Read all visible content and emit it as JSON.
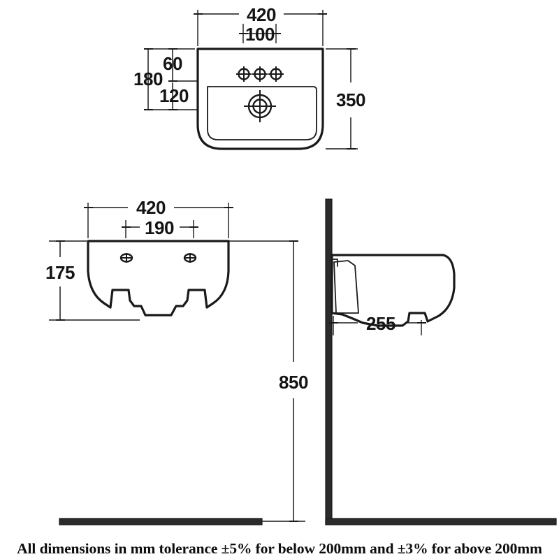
{
  "document": {
    "type": "technical-drawing",
    "subject": "wall-hung wash basin",
    "units": "mm",
    "caption": "All dimensions in mm tolerance ±5% for below 200mm and ±3% for above 200mm",
    "line_color": "#1a1a1a",
    "fill_color": "#2b2b2b",
    "background": "#ffffff"
  },
  "views": {
    "top": {
      "name": "Top view (plan)",
      "dimensions": {
        "width_overall": "420",
        "tap_hole_spacing": "100",
        "depth_overall": "350",
        "rim_front_offset": "60",
        "rim_to_bowl": "180",
        "bowl_offset": "120"
      },
      "features": {
        "tap_holes_count": 3,
        "waste_outlet": 1
      }
    },
    "front": {
      "name": "Front elevation",
      "dimensions": {
        "width_overall": "420",
        "bracket_centres": "190",
        "height": "175"
      },
      "features": {
        "fixing_holes_count": 2
      }
    },
    "side": {
      "name": "Side elevation",
      "dimensions": {
        "projection": "255",
        "height_from_floor": "850"
      },
      "features": {
        "wall": "wall-line",
        "floor": "floor-line"
      }
    }
  },
  "labels": {
    "top_420": "420",
    "top_100": "100",
    "top_350": "350",
    "top_60": "60",
    "top_180": "180",
    "top_120": "120",
    "front_420": "420",
    "front_190": "190",
    "front_175": "175",
    "side_255": "255",
    "side_850": "850"
  }
}
